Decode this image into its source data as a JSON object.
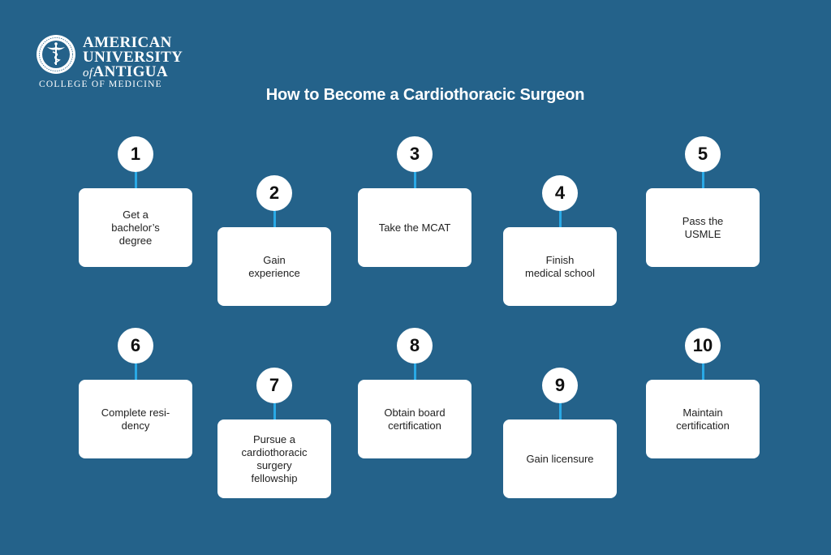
{
  "logo": {
    "line1": "AMERICAN",
    "line2": "UNIVERSITY",
    "line3_of": "of",
    "line3": "ANTIGUA",
    "subtitle": "COLLEGE OF MEDICINE"
  },
  "title": "How to Become a Cardiothoracic Surgeon",
  "steps": [
    {
      "number": "1",
      "text": "Get a\nbachelor’s\ndegree"
    },
    {
      "number": "2",
      "text": "Gain\nexperience"
    },
    {
      "number": "3",
      "text": "Take the MCAT"
    },
    {
      "number": "4",
      "text": "Finish\nmedical school"
    },
    {
      "number": "5",
      "text": "Pass the\nUSMLE"
    },
    {
      "number": "6",
      "text": "Complete resi-\ndency"
    },
    {
      "number": "7",
      "text": "Pursue a\ncardiothoracic\nsurgery\nfellowship"
    },
    {
      "number": "8",
      "text": "Obtain board\ncertification"
    },
    {
      "number": "9",
      "text": "Gain licensure"
    },
    {
      "number": "10",
      "text": "Maintain\ncertification"
    }
  ],
  "colors": {
    "background": "#24628a",
    "connector": "#29a9e6",
    "card": "#ffffff"
  }
}
